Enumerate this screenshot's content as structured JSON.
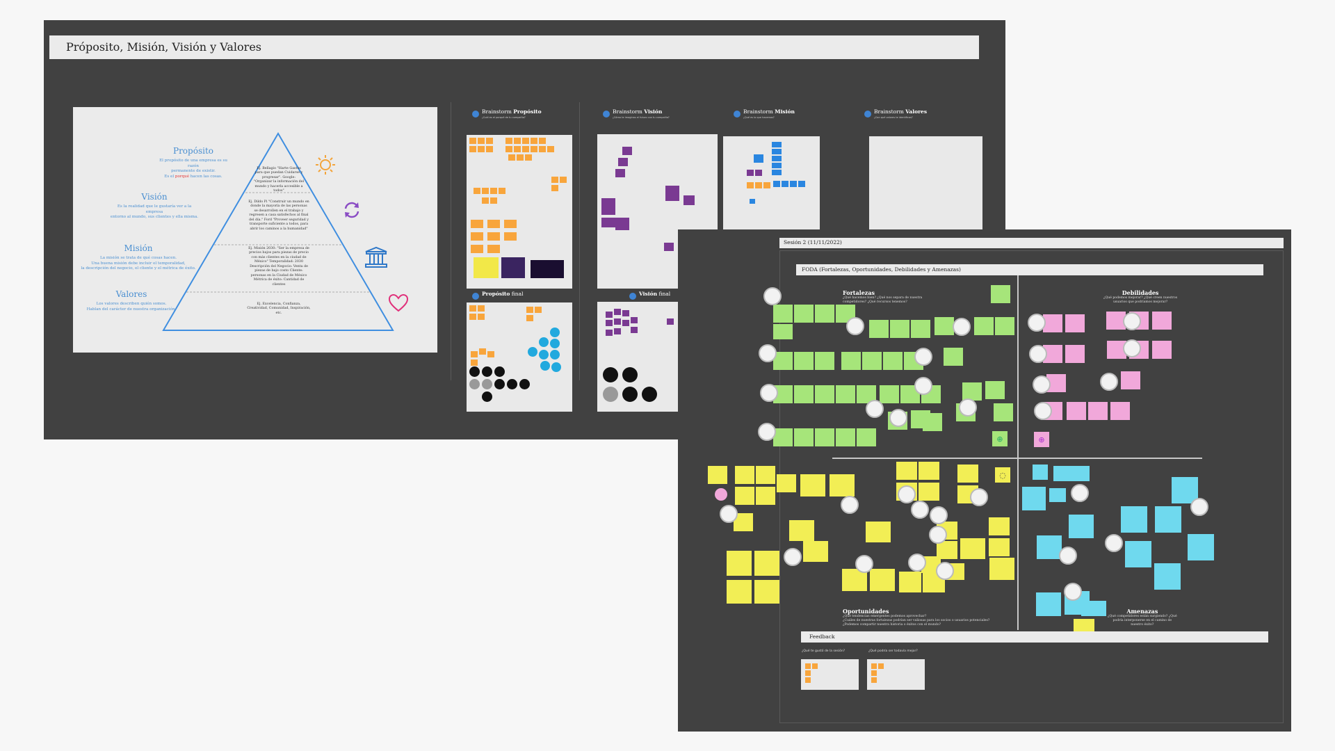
{
  "board1": {
    "title": "Próposito, Misión, Visión y Valores",
    "pyramid": [
      {
        "label": "Propósito",
        "desc1": "El propósito de una empresa es su razón",
        "desc2": "permanente de existir.",
        "desc3a": "Es el ",
        "desc3b": "porqué",
        "desc3c": " hacen las cosas."
      },
      {
        "label": "Visión",
        "desc1": "Es la realidad que le gustaría ver a la empresa",
        "desc2": "entorno al mundo, sus clientes y ella misma.",
        "desc3a": "",
        "desc3b": "",
        "desc3c": ""
      },
      {
        "label": "Misión",
        "desc1": "La misión se trata de qué cosas hacen.",
        "desc2": "Una buena misión debe incluir el temporalidad,",
        "desc3a": "la descripción del negocio, el cliente y el métrica de éxito.",
        "desc3b": "",
        "desc3c": ""
      },
      {
        "label": "Valores",
        "desc1": "Los valores describen quién somos.",
        "desc2": "Hablan del carácter de nuestra organización.",
        "desc3a": "",
        "desc3b": "",
        "desc3c": ""
      }
    ],
    "examples": {
      "proposito": "Ej. Bellagio \"Harte Gastos para que puedan Cuidarse y progresar\". Google: \"Organizar la información del mundo y hacerla accesible a todos\"",
      "vision": "Ej. Dildo Pi \"Construir un mundo en donde la mayoría de las personas se desarrollen en el trabajo y regresen a casa satisfechos al final del día.\" Ford \"Proveer seguridad y transporte suficiente a todos, para abrir los caminos a la humanidad\"",
      "mision": "Ej. Misión 2030: \"Ser la empresa de precios bajos para piezas de precio con más clientes en la ciudad de México\" Temporalidad: 2030 Descripción del Negocio: Venta de piezas de bajo costo Cliente: personas en la Ciudad de México Métrica de éxito: Cantidad de clientes",
      "valores": "Ej. Excelencia, Confianza, Creatividad, Comunidad, Inspiración, etc."
    },
    "brainstorms": [
      {
        "prefix": "Brainstorm ",
        "strong": "Propósito",
        "sub": "¿Cuál es el porqué de tu compañía?"
      },
      {
        "prefix": "Brainstorm ",
        "strong": "Visión",
        "sub": "¿Cómo te imaginas el futuro con tu compañía?"
      },
      {
        "prefix": "Brainstorm ",
        "strong": "Misión",
        "sub": "¿Qué es lo que hacemos?"
      },
      {
        "prefix": "Brainstorm ",
        "strong": "Valores",
        "sub": "¿Con qué valores te identificas?"
      }
    ],
    "finals": [
      {
        "strong": "Propósito",
        "suffix": " final"
      },
      {
        "strong": "Visión",
        "suffix": " final"
      }
    ]
  },
  "board2": {
    "session": "Sesión 2 (11/11/2022)",
    "foda_title": "FODA (Fortalezas, Oportunidades, Debilidades y Amenazas)",
    "quadrants": {
      "fortalezas": {
        "title": "Fortalezas",
        "q1": "¿Qué hacemos bien? ¿Qué nos separa de nuestra",
        "q2": "competidores? ¿Qué recursos tenemos?"
      },
      "debilidades": {
        "title": "Debilidades",
        "q1": "¿Qué podemos mejorar? ¿Qué creen nuestros",
        "q2": "usuarios que podríamos mejorar?"
      },
      "oportunidades": {
        "title": "Oportunidades",
        "q1": "¿Qué tendencias emergentes podemos aprovechar?",
        "q2": "¿Cuáles de nuestras fortalezas podrían ser valiosas para los socios o usuarios potenciales?",
        "q3": "¿Podemos compartir nuestra historia o éxitos con el mundo?"
      },
      "amenazas": {
        "title": "Amenazas",
        "q1": "¿Qué competidores están surgiendo? ¿Qué",
        "q2": "podría interponerse en el camino de",
        "q3": "nuestro éxito?"
      }
    },
    "feedback": {
      "title": "Feedback",
      "q1": "¿Qué te gustó de la sesión?",
      "q2": "¿Qué podría ser todavía mejor?"
    }
  },
  "colors": {
    "board_bg": "#414141",
    "sticky_orange": "#f8a53c",
    "sticky_purple": "#7a3a92",
    "sticky_blue": "#2a86e0",
    "sticky_green": "#a6e57a",
    "sticky_pink": "#f1a8da",
    "sticky_yellow": "#f2ee55",
    "sticky_cyan": "#6fd9ee",
    "accent_blue": "#4a8fd1"
  },
  "icons": [
    "sun-icon",
    "refresh-icon",
    "pillar-icon",
    "heart-icon",
    "lightbulb-icon",
    "plus-circle-icon"
  ]
}
